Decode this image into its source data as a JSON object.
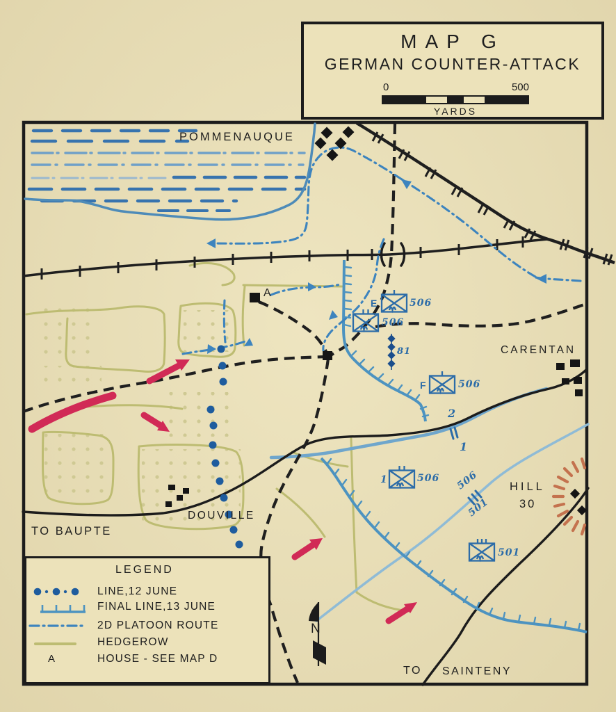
{
  "title_box": {
    "map_label": "MAP G",
    "subtitle": "GERMAN COUNTER-ATTACK",
    "scale": {
      "start": "0",
      "end": "500",
      "unit": "YARDS"
    }
  },
  "map_labels": {
    "pommenauque": "POMMENAUQUE",
    "carentan": "CARENTAN",
    "douville": "DOUVILLE",
    "to_baupte": "TO BAUPTE",
    "to_sainteny_prefix": "TO",
    "to_sainteny": "SAINTENY",
    "hill_line1": "HILL",
    "hill_line2": "30",
    "house_marker": "A",
    "north": "N"
  },
  "unit_marks": {
    "company_e": {
      "letter": "E",
      "number": "506"
    },
    "battalion_hq": {
      "number": "506"
    },
    "company_f": {
      "letter": "F",
      "number": "506"
    },
    "mortar": {
      "number": "81"
    },
    "battalion_1": {
      "letter": "1",
      "number": "506"
    },
    "battalion_501": {
      "number": "501"
    }
  },
  "boundary_marks": {
    "battalion": {
      "north": "2",
      "south": "1"
    },
    "regimental": {
      "upper": "506",
      "lower": "501"
    }
  },
  "legend": {
    "title": "LEGEND",
    "items": [
      {
        "id": "line-12-june",
        "label": "LINE,12 JUNE"
      },
      {
        "id": "final-line-13-june",
        "label": "FINAL LINE,13 JUNE"
      },
      {
        "id": "2d-platoon-route",
        "label": "2D PLATOON ROUTE"
      },
      {
        "id": "hedgerow",
        "label": "HEDGEROW"
      },
      {
        "id": "house-see-map-d",
        "symbol": "A",
        "label": "HOUSE - SEE MAP D"
      }
    ]
  },
  "colors": {
    "paper": "#ECE2BA",
    "ink": "#1C1C1C",
    "blue_ink": "#2C6CA8",
    "route_blue": "#3D84BE",
    "final_line_blue": "#4D93C0",
    "stream_blue": "#8FBBD6",
    "marsh_blue": "#3773AE",
    "hedgerow_olive": "#BDBC72",
    "attack_red": "#D12A56",
    "hill_orange": "#C4724E"
  }
}
